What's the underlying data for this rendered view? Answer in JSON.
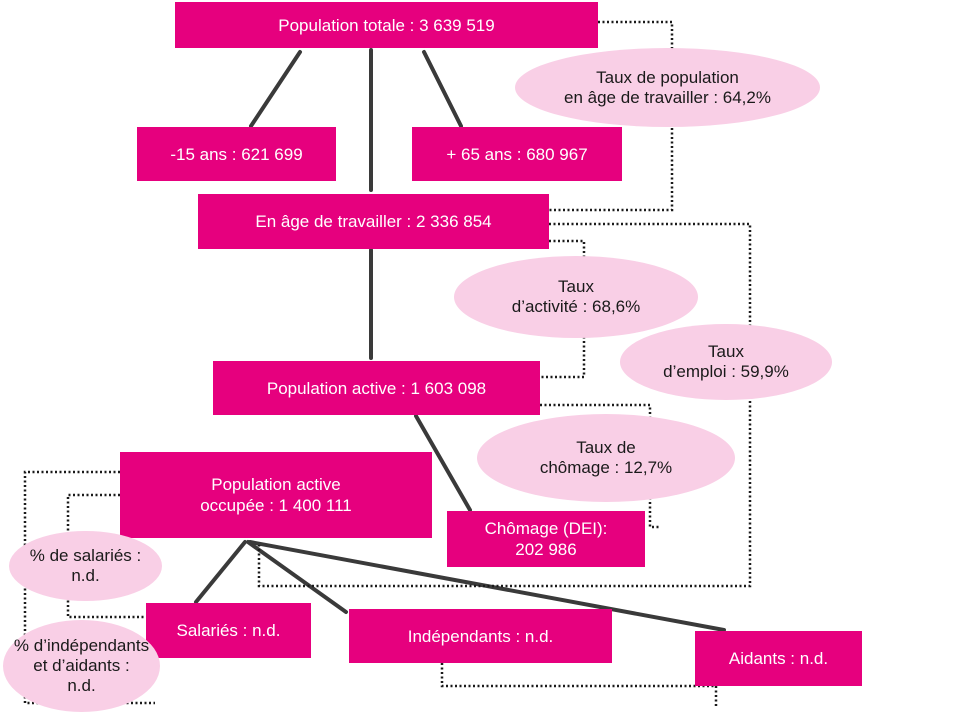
{
  "colors": {
    "box": "#E6007E",
    "oval": "#F9CFE6",
    "connector": "#3a3a3a",
    "dotted": "#1a1a1a"
  },
  "boxes": {
    "total": "Population totale : 3 639 519",
    "under15": "-15 ans : 621 699",
    "over65": "+ 65 ans : 680 967",
    "working_age": "En âge de travailler : 2 336 854",
    "active": "Population active : 1 603 098",
    "employed": "Population active\noccupée : 1 400 111",
    "unemployed": "Chômage (DEI):\n202 986",
    "salaried": "Salariés : n.d.",
    "independents": "Indépendants : n.d.",
    "helpers": "Aidants : n.d."
  },
  "rates": {
    "working_age_rate": "Taux de population\nen âge de travailler : 64,2%",
    "activity_rate": "Taux\nd’activité : 68,6%",
    "employment_rate": "Taux\nd’emploi : 59,9%",
    "unemployment_rate": "Taux de\nchômage : 12,7%",
    "salaried_rate": "% de salariés :\nn.d.",
    "independent_rate": "% d’indépendants\net d’aidants :\nn.d."
  }
}
